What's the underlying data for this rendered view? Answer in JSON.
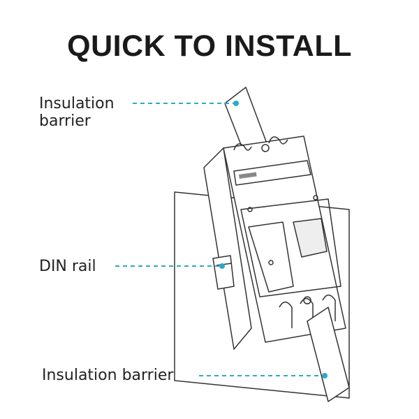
{
  "title": "QUICK TO INSTALL",
  "labels": {
    "top_barrier_line1": "Insulation",
    "top_barrier_line2": "barrier",
    "din_rail": "DIN rail",
    "bottom_barrier": "Insulation barrier"
  },
  "colors": {
    "leader": "#2ea8c9",
    "line_art": "#333333"
  }
}
